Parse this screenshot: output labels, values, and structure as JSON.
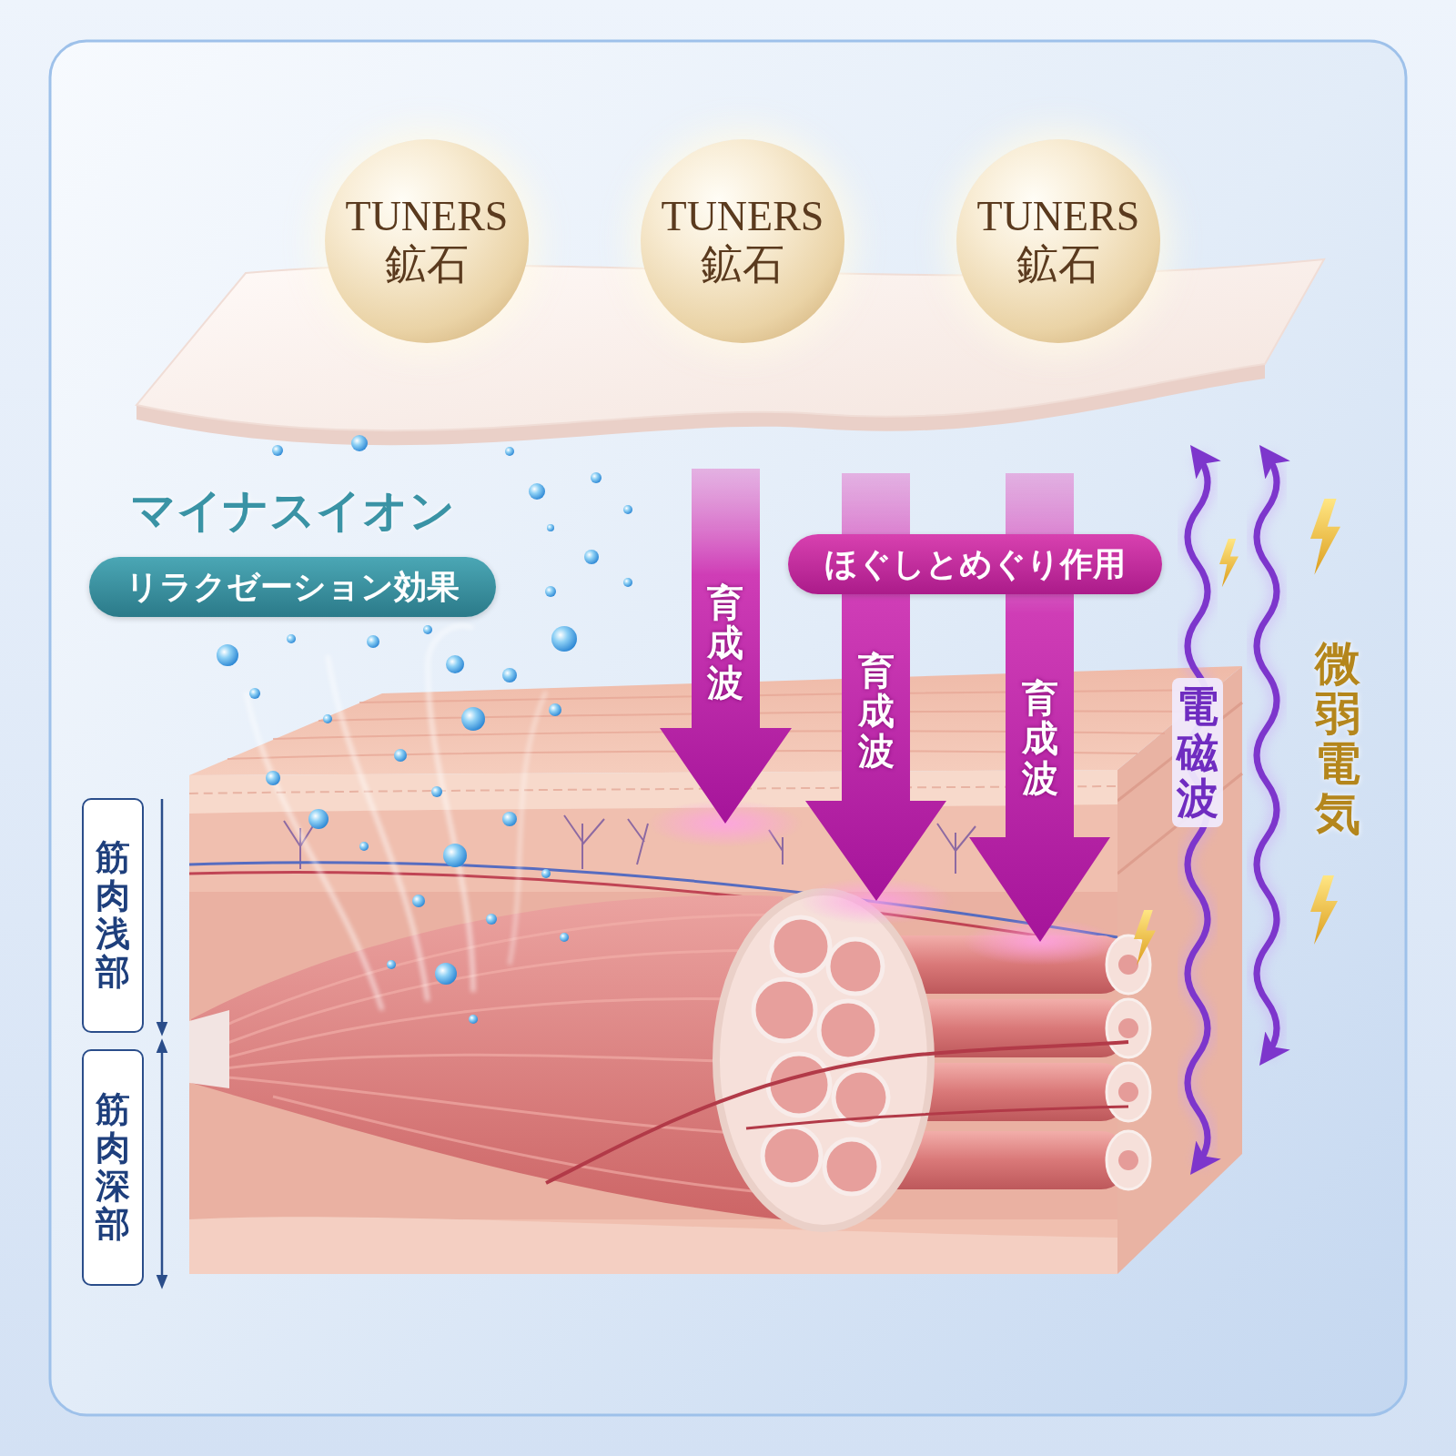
{
  "diagram": {
    "nodes": [
      {
        "text": [
          "TUNERS 鉱石"
        ]
      },
      {
        "text": [
          "TUNERS 鉱石"
        ]
      },
      {
        "text": [
          "TUNERS 鉱石"
        ]
      },
      {
        "text": [
          "リラクゼーション効果"
        ]
      },
      {
        "text": [
          "ほぐしとめぐり作用"
        ]
      },
      {
        "text": [
          "筋肉浅部"
        ]
      },
      {
        "text": [
          "筋肉深部"
        ]
      }
    ],
    "labels": [
      "マイナスイオン",
      "育成波",
      "育成波",
      "育成波",
      "電磁波",
      "微弱電気"
    ]
  }
}
